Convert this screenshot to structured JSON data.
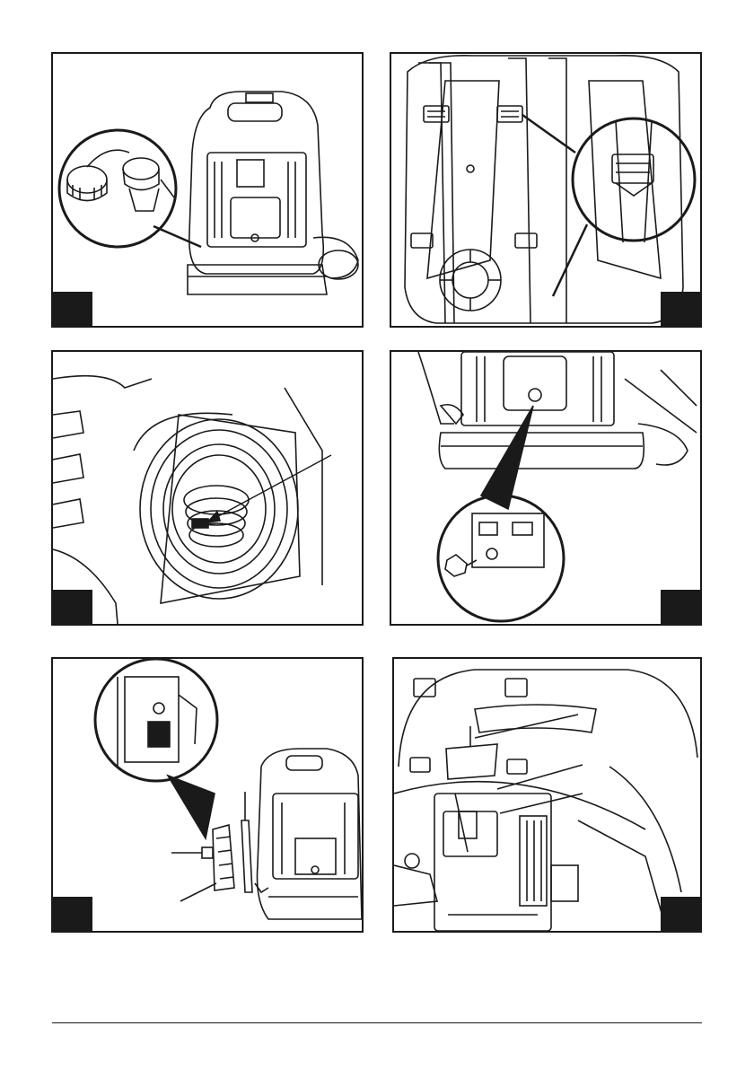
{
  "figures": [
    {
      "id": "fig-fuel-cap",
      "number": ""
    },
    {
      "id": "fig-harness-straps",
      "number": ""
    },
    {
      "id": "fig-tube-connection",
      "number": ""
    },
    {
      "id": "fig-drain-plug",
      "number": ""
    },
    {
      "id": "fig-air-filter",
      "number": ""
    },
    {
      "id": "fig-spark-plug-cover",
      "number": ""
    }
  ],
  "page": {
    "number": ""
  },
  "colors": {
    "ink": "#1a1a1a",
    "paper": "#ffffff"
  }
}
